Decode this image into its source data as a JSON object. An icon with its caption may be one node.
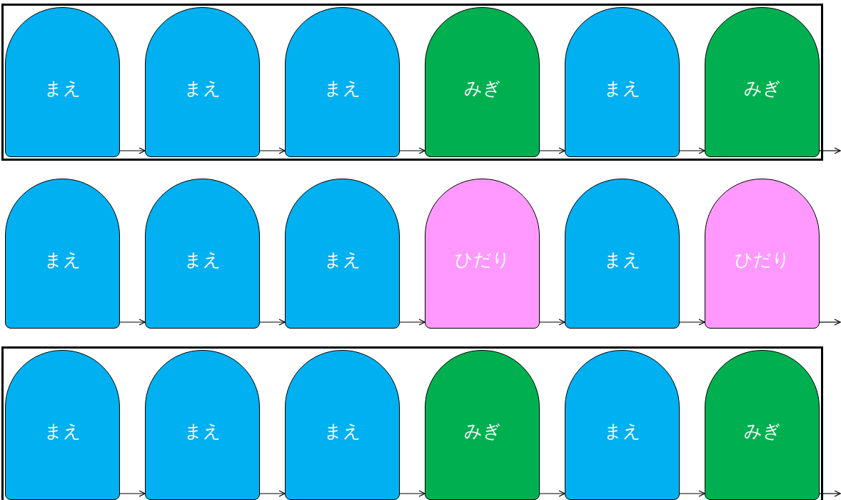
{
  "diagram": {
    "nodes": [
      {
        "text": [],
        "shape": "box"
      },
      {
        "text": [
          "まえ"
        ],
        "in": 0
      },
      {
        "text": [
          "まえ"
        ],
        "in": 0
      },
      {
        "text": [
          "まえ"
        ],
        "in": 0
      },
      {
        "text": [
          "みぎ"
        ],
        "in": 0
      },
      {
        "text": [
          "まえ"
        ],
        "in": 0
      },
      {
        "text": [
          "みぎ"
        ],
        "in": 0
      },
      {
        "text": [
          "まえ"
        ]
      },
      {
        "text": [
          "まえ"
        ]
      },
      {
        "text": [
          "まえ"
        ]
      },
      {
        "text": [
          "ひだり"
        ]
      },
      {
        "text": [
          "まえ"
        ]
      },
      {
        "text": [
          "ひだり"
        ]
      },
      {
        "text": [],
        "shape": "box"
      },
      {
        "text": [
          "まえ"
        ],
        "in": 13
      },
      {
        "text": [
          "まえ"
        ],
        "in": 13
      },
      {
        "text": [
          "まえ"
        ],
        "in": 13
      },
      {
        "text": [
          "みぎ"
        ],
        "in": 13
      },
      {
        "text": [
          "まえ"
        ],
        "in": 13
      },
      {
        "text": [
          "みぎ"
        ],
        "in": 13
      }
    ],
    "edges": [
      {
        "from": 1,
        "to": 2,
        "arrow": "to"
      },
      {
        "from": 2,
        "to": 3,
        "arrow": "to"
      },
      {
        "from": 3,
        "to": 4,
        "arrow": "to"
      },
      {
        "from": 4,
        "to": 5,
        "arrow": "to"
      },
      {
        "from": 5,
        "to": 6,
        "arrow": "to"
      },
      {
        "from": 6,
        "to": null,
        "arrow": "to"
      },
      {
        "from": 7,
        "to": 8,
        "arrow": "to"
      },
      {
        "from": 8,
        "to": 9,
        "arrow": "to"
      },
      {
        "from": 9,
        "to": 10,
        "arrow": "to"
      },
      {
        "from": 10,
        "to": 11,
        "arrow": "to"
      },
      {
        "from": 11,
        "to": 12,
        "arrow": "to"
      },
      {
        "from": 12,
        "to": null,
        "arrow": "to"
      },
      {
        "from": 14,
        "to": 15,
        "arrow": "to"
      },
      {
        "from": 15,
        "to": 16,
        "arrow": "to"
      },
      {
        "from": 16,
        "to": 17,
        "arrow": "to"
      },
      {
        "from": 17,
        "to": 18,
        "arrow": "to"
      },
      {
        "from": 18,
        "to": 19,
        "arrow": "to"
      },
      {
        "from": 19,
        "to": null,
        "arrow": "to"
      }
    ]
  }
}
